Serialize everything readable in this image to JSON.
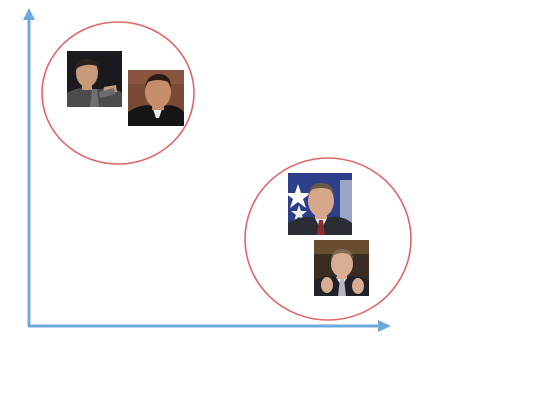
{
  "axes": {
    "color": "#6FA8DC"
  },
  "clusters": [
    {
      "id": "cluster-1",
      "ring_color": "#E06666",
      "photos": [
        {
          "id": "photo-1",
          "subject": "man-in-dark-suit-speaking",
          "bg": "#1b1b1f",
          "skin": "#c79a79",
          "suit": "#4c4c4f",
          "tie": "#6d6f72"
        },
        {
          "id": "photo-2",
          "subject": "man-in-dark-suit-portrait",
          "bg": "#7b4a37",
          "skin": "#c68d6a",
          "suit": "#151515",
          "tie": "#ededed"
        }
      ]
    },
    {
      "id": "cluster-2",
      "ring_color": "#E06666",
      "photos": [
        {
          "id": "photo-3",
          "subject": "man-with-flag-background",
          "bg": "#2d3f8a",
          "skin": "#d7a78c",
          "suit": "#2a2d34",
          "tie": "#8a2b2e"
        },
        {
          "id": "photo-4",
          "subject": "man-applauding",
          "bg": "#3a2c22",
          "skin": "#d9ae92",
          "suit": "#1f2329",
          "tie": "#b4b7bd"
        }
      ]
    }
  ]
}
